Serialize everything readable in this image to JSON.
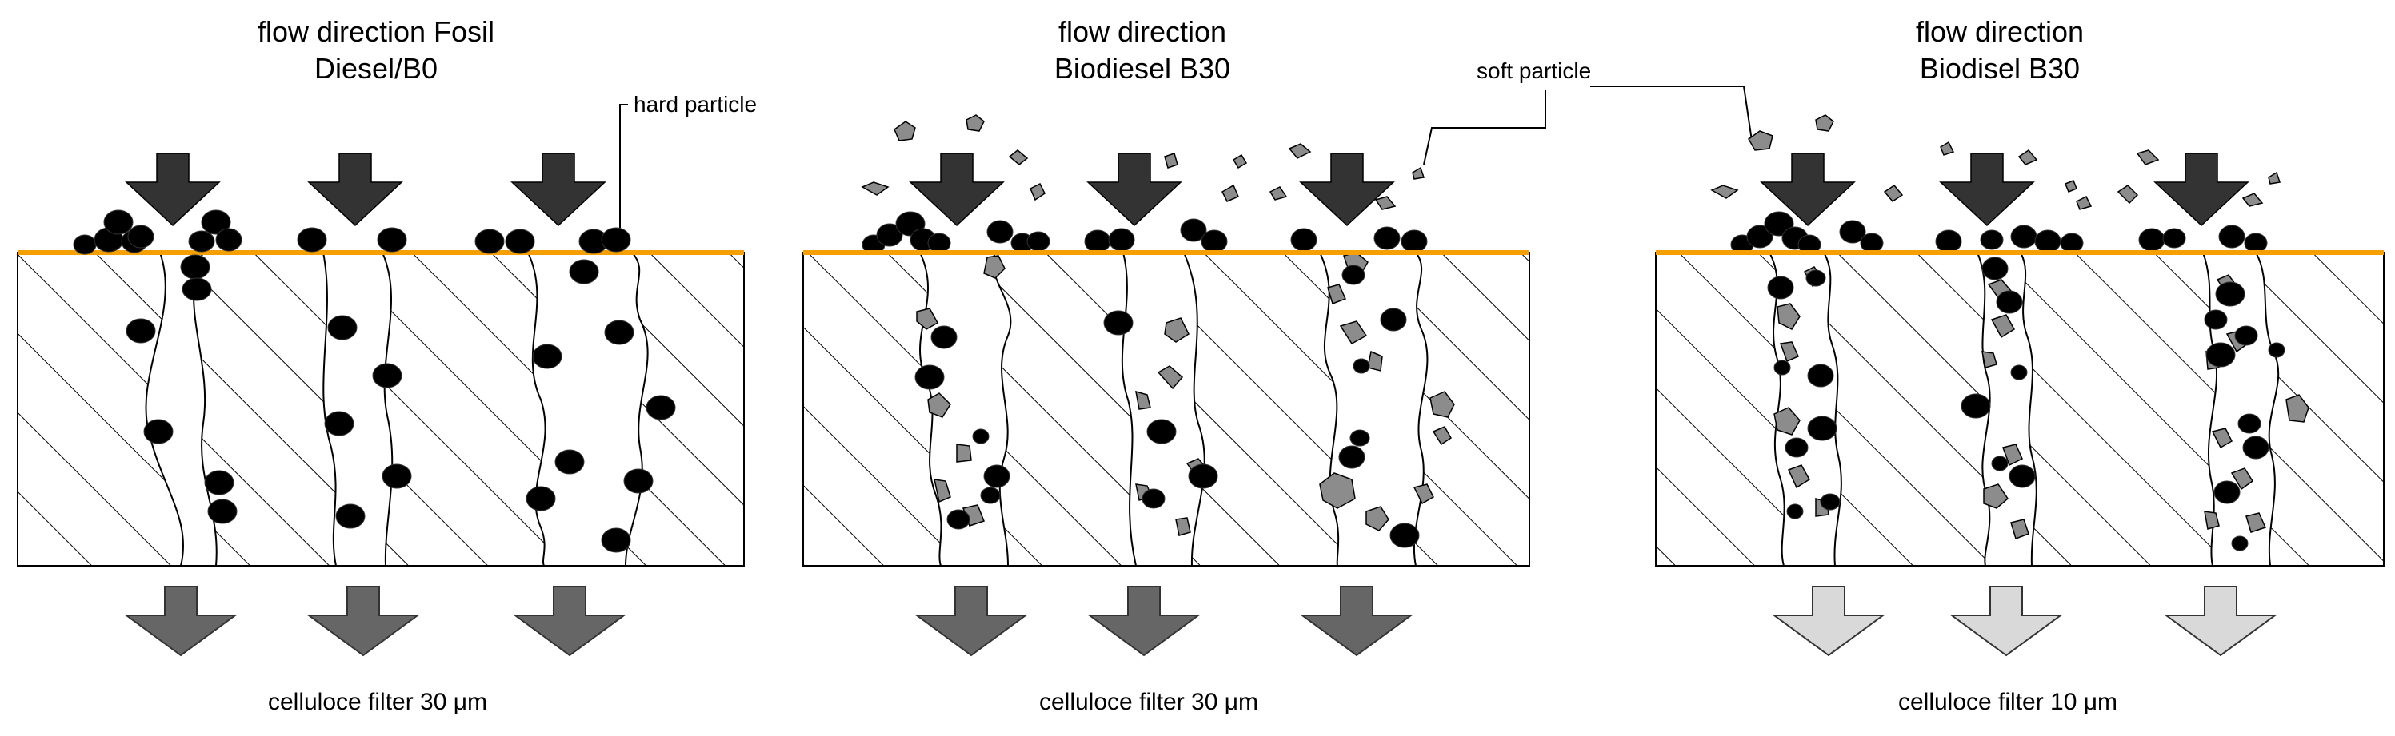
{
  "panels": [
    {
      "title_line1": "flow direction Fosil",
      "title_line2": "Diesel/B0",
      "caption": "celluloce filter 30 μm",
      "callout": "hard particle",
      "has_soft_particles": false,
      "outlet_arrow_color": "#666666"
    },
    {
      "title_line1": "flow direction",
      "title_line2": "Biodiesel B30",
      "caption": "celluloce filter 30 μm",
      "callout": "soft particle",
      "has_soft_particles": true,
      "outlet_arrow_color": "#666666"
    },
    {
      "title_line1": "flow direction",
      "title_line2": "Biodisel B30",
      "caption": "celluloce filter 10 μm",
      "callout": "",
      "has_soft_particles": true,
      "outlet_arrow_color": "#d9d9d9"
    }
  ],
  "colors": {
    "inlet_arrow": "#333333",
    "surface_line": "#f5a000",
    "hard_particle": "#000000",
    "soft_particle": "#8c8c8c",
    "filter_outline": "#000000"
  },
  "icons": {
    "inlet": "down-arrow-icon",
    "outlet": "down-arrow-icon"
  }
}
